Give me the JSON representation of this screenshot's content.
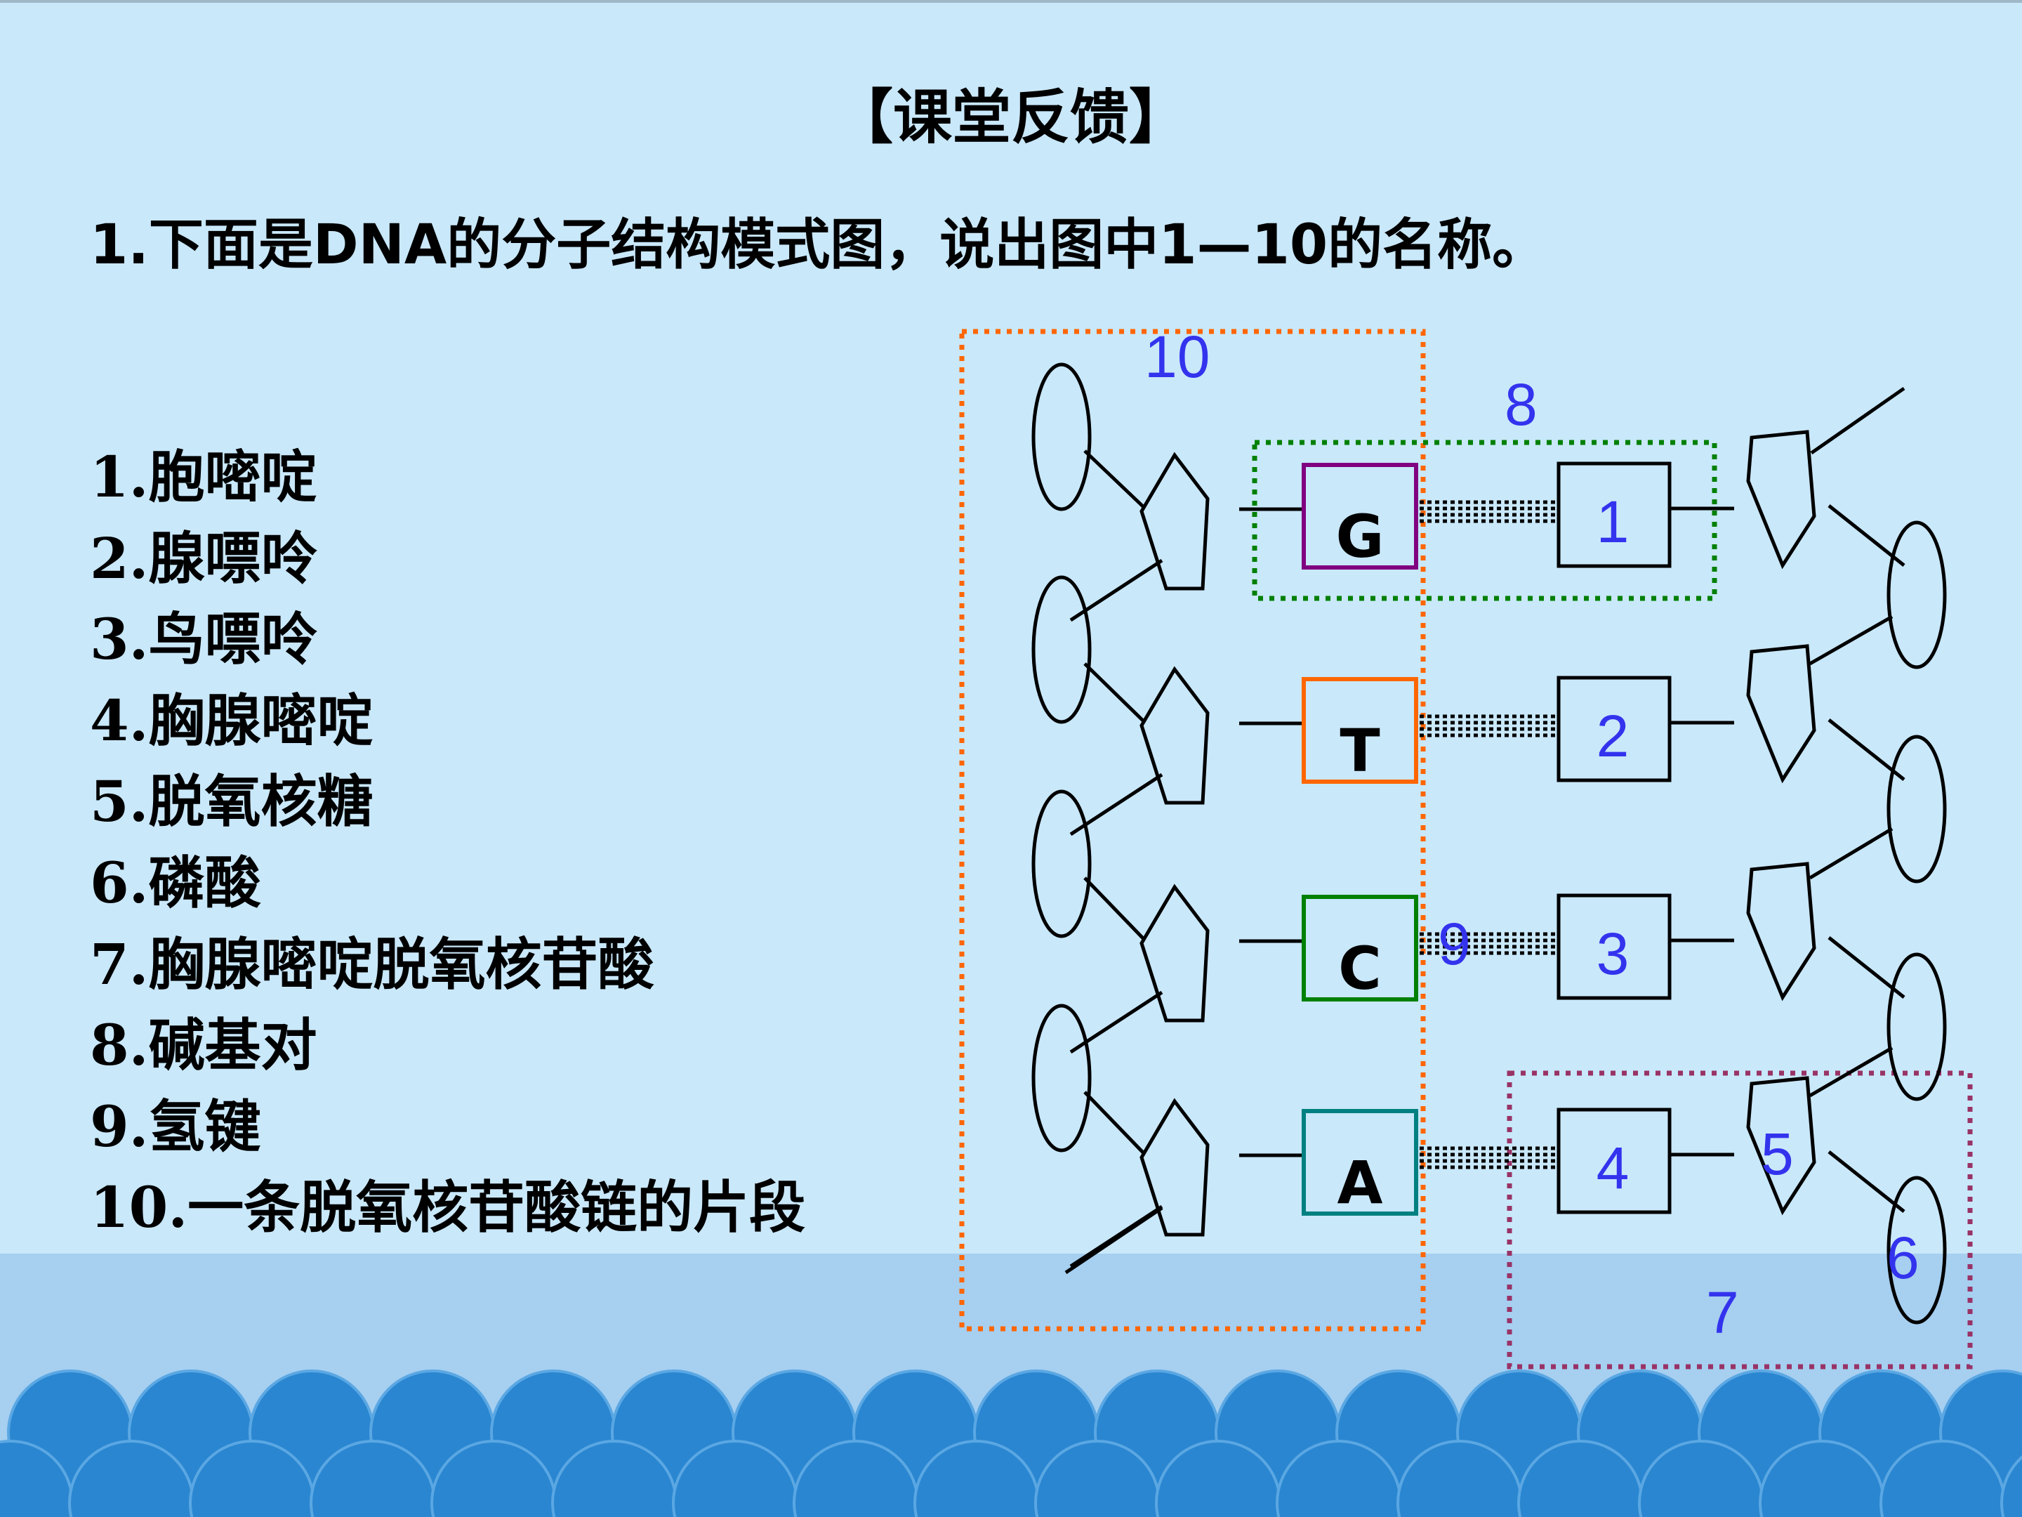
{
  "slide": {
    "title": "【课堂反馈】",
    "question": "1.下面是DNA的分子结构模式图，说出图中1—10的名称。",
    "answers": [
      "1.胞嘧啶",
      "2.腺嘌呤",
      "3.鸟嘌呤",
      "4.胸腺嘧啶",
      "5.脱氧核糖",
      "6.磷酸",
      "7.胸腺嘧啶脱氧核苷酸",
      "8.碱基对",
      "9.氢键",
      "10.一条脱氧核苷酸链的片段"
    ]
  },
  "diagram": {
    "left_bases": [
      "G",
      "T",
      "C",
      "A"
    ],
    "left_base_colors": [
      "#800080",
      "#ff6600",
      "#008000",
      "#008080"
    ],
    "right_labels": [
      "1",
      "2",
      "3",
      "4"
    ],
    "region_labels": {
      "ten": "10",
      "eight": "8",
      "nine": "9",
      "five": "5",
      "six": "6",
      "seven": "7"
    },
    "colors": {
      "label_blue": "#3333ee",
      "box_orange": "#ff6600",
      "box_green": "#008000",
      "box_purple": "#993366",
      "background": "#c9e8fa",
      "wave_blue": "#2a86d0",
      "band_blue": "#a6cff0"
    }
  }
}
